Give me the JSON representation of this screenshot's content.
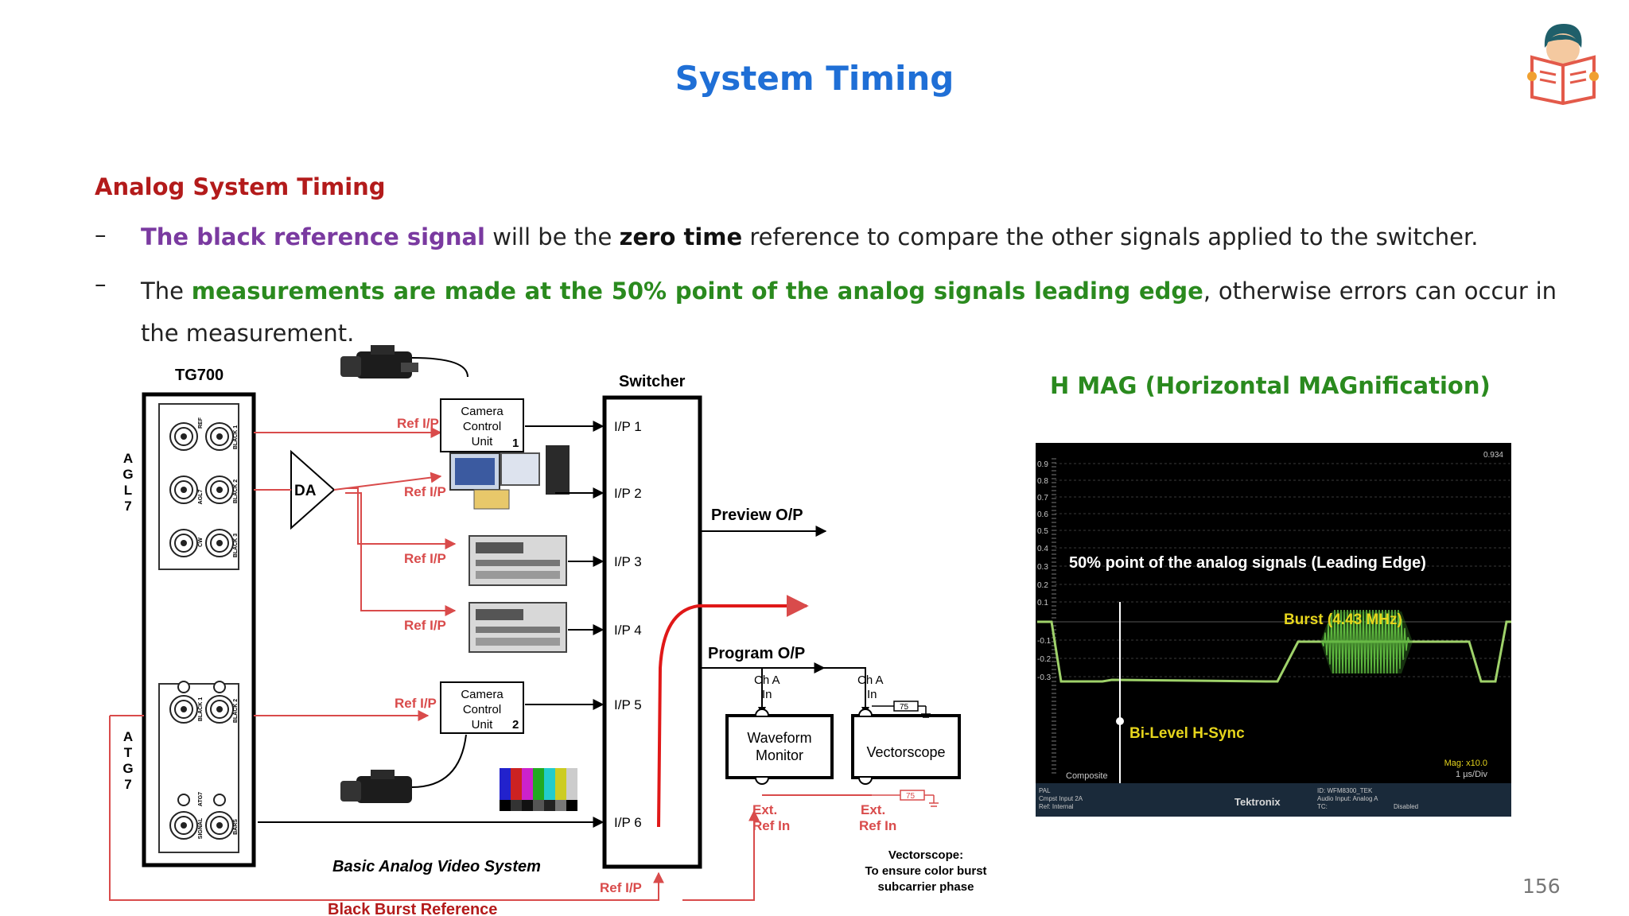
{
  "slide": {
    "title": "System Timing",
    "section_heading": "Analog System Timing",
    "page_number": "156"
  },
  "bullets": [
    {
      "dash": "–",
      "part1_highlight": "The black reference signal",
      "part2": " will be the ",
      "part3_bold": "zero time",
      "part4": " reference to compare the other signals applied to the switcher."
    },
    {
      "dash": "–",
      "part1": "The ",
      "part2_highlight": "measurements are made at the 50% point of the analog signals leading edge",
      "part3": ", otherwise errors can occur in the measurement."
    }
  ],
  "diagram": {
    "tg700": "TG700",
    "agl7": [
      "A",
      "G",
      "L",
      "7"
    ],
    "atg7": [
      "A",
      "T",
      "G",
      "7"
    ],
    "da": "DA",
    "switcher": "Switcher",
    "ccu1": [
      "Camera",
      "Control",
      "Unit"
    ],
    "ccu1_num": "1",
    "ccu2": [
      "Camera",
      "Control",
      "Unit"
    ],
    "ccu2_num": "2",
    "ref_ip": "Ref I/P",
    "inputs": [
      "I/P 1",
      "I/P 2",
      "I/P 3",
      "I/P 4",
      "I/P 5",
      "I/P 6"
    ],
    "preview": "Preview O/P",
    "program": "Program O/P",
    "cha_in": [
      "Ch A",
      "In"
    ],
    "waveform": [
      "Waveform",
      "Monitor"
    ],
    "vectorscope": "Vectorscope",
    "ext_ref": [
      "Ext.",
      "Ref In"
    ],
    "term": "75",
    "caption": "Basic Analog Video System",
    "black_burst": "Black Burst Reference",
    "vs_note": [
      "Vectorscope:",
      "To ensure color burst",
      "subcarrier phase"
    ],
    "port_labels": [
      "BLACK 1",
      "REF",
      "BLACK 2",
      "AGL7",
      "CW",
      "BLACK 3",
      "BLACK 1",
      "BLACK 2",
      "ATG7",
      "SIGNAL",
      "BARS"
    ]
  },
  "hmag": {
    "title": "H MAG (Horizontal MAGnification)",
    "y_ticks": [
      "0.9",
      "0.8",
      "0.7",
      "0.6",
      "0.5",
      "0.4",
      "0.3",
      "0.2",
      "0.1",
      "-0.1",
      "-0.2",
      "-0.3"
    ],
    "top_value": "0.934",
    "annotation_50": "50% point of the analog signals (Leading Edge)",
    "burst": "Burst (4.43 MHz)",
    "hsync": "Bi-Level H-Sync",
    "composite": "Composite",
    "mag": [
      "Mag: x10.0",
      "1 µs/Div"
    ],
    "footer_left": [
      "PAL",
      "Cmpst Input 2A",
      "Ref: Internal"
    ],
    "brand": "Tektronix",
    "footer_right": [
      "ID: WFM8300_TEK",
      "Audio Input: Analog A",
      "TC:",
      "Disabled"
    ]
  },
  "colors": {
    "title_blue": "#1f6fd6",
    "section_red": "#b31b1b",
    "highlight_purple": "#7a3aa0",
    "highlight_green": "#2a8a1e",
    "ref_line_red": "#d94b4b",
    "scope_trace": "#9fd26a",
    "scope_label_yellow": "#e6d51c"
  }
}
